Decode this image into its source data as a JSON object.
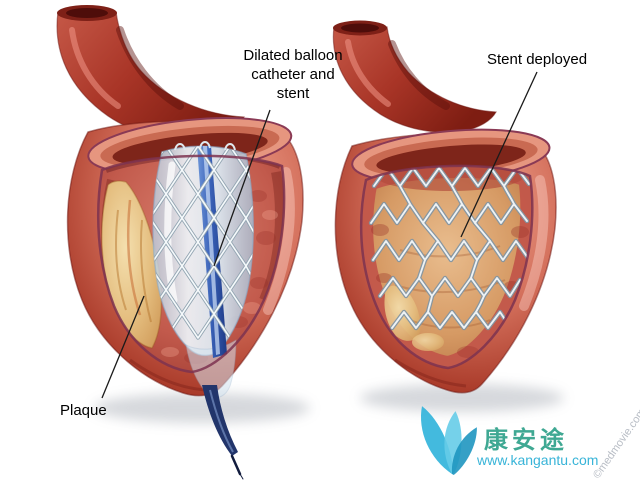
{
  "annotations": {
    "balloon_label": {
      "line1": "Dilated balloon",
      "line2": "catheter and",
      "line3": "stent"
    },
    "stent_label": "Stent deployed",
    "plaque_label": "Plaque"
  },
  "watermark": {
    "brand": "康安途",
    "url": "www.kangantu.com",
    "credit": "©medmovie.com"
  },
  "colors": {
    "background": "#ffffff",
    "label_text": "#000000",
    "artery_red": "#b7402f",
    "artery_highlight": "#f2ab97",
    "cut_rim": "#e6967f",
    "interior_wall": "#c25a4c",
    "plaque_tan": "#e4bd7e",
    "balloon_blue": "#dcebf5",
    "catheter_blue": "#2f55a8",
    "stent_wire_white": "#f5f9fb",
    "stent_wire_silver": "#8496a3",
    "lumen_tan": "#d69a64",
    "watermark_cyan": "#38b4d8",
    "watermark_green": "#3fa893"
  }
}
